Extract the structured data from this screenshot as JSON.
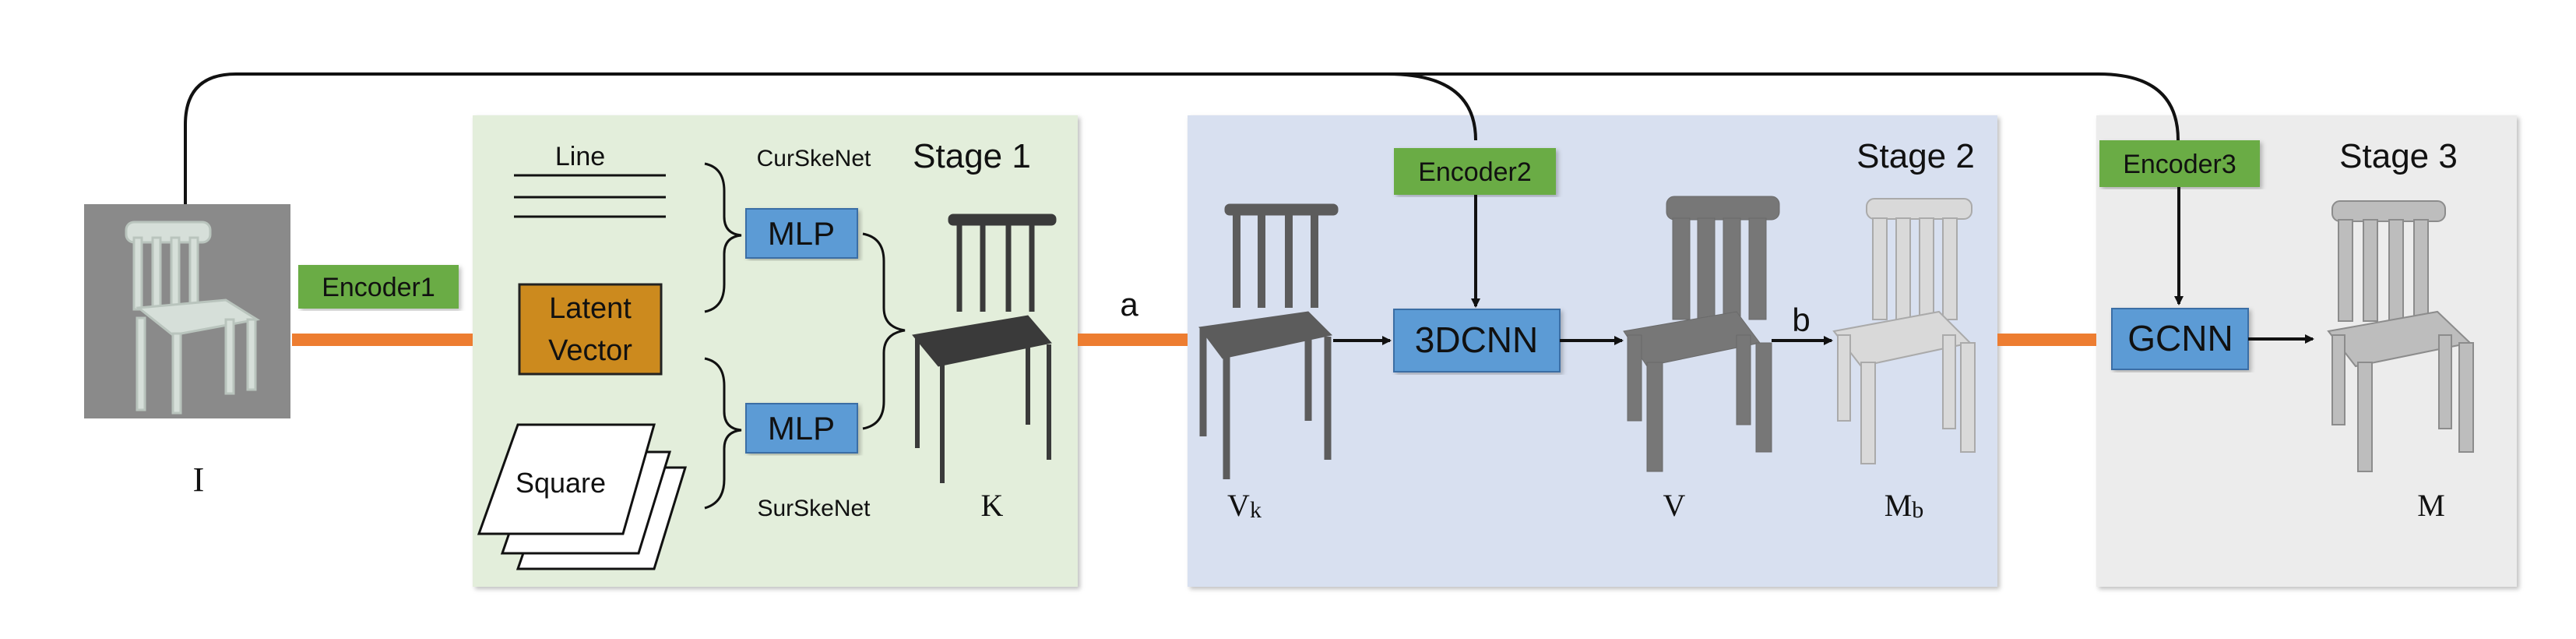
{
  "input": {
    "label": "I"
  },
  "encoders": {
    "e1": "Encoder1",
    "e2": "Encoder2",
    "e3": "Encoder3"
  },
  "stage1": {
    "title": "Stage 1",
    "line_label": "Line",
    "latent_line1": "Latent",
    "latent_line2": "Vector",
    "square_label": "Square",
    "mlp_top": "MLP",
    "mlp_bottom": "MLP",
    "cur_ske_net": "CurSkeNet",
    "sur_ske_net": "SurSkeNet",
    "output_label": "K"
  },
  "stage2": {
    "title": "Stage 2",
    "conv_label": "3DCNN",
    "vk_main": "V",
    "vk_sub": "k",
    "v_label": "V",
    "mb_main": "M",
    "mb_sub": "b"
  },
  "stage3": {
    "title": "Stage 3",
    "gcn_label": "GCNN",
    "m_label": "M"
  },
  "arrows": {
    "a": "a",
    "b": "b"
  },
  "colors": {
    "stage1_bg": "#e3eedb",
    "stage2_bg": "#d8e0f0",
    "stage3_bg": "#ececec",
    "encoder_green": "#6aac45",
    "block_blue": "#5b9bd5",
    "latent_orange": "#cc8a1e",
    "connector_orange": "#ed7d31",
    "input_gray": "#8a8a8a"
  }
}
